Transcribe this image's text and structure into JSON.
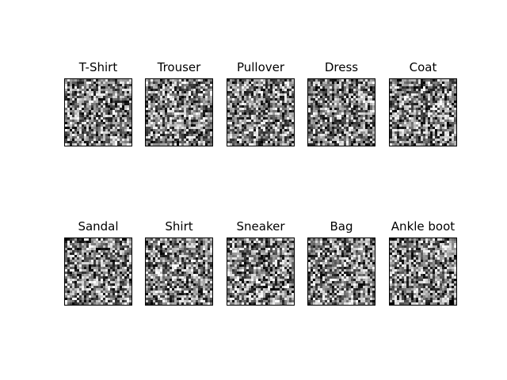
{
  "figure": {
    "panels": [
      {
        "title": "T-Shirt"
      },
      {
        "title": "Trouser"
      },
      {
        "title": "Pullover"
      },
      {
        "title": "Dress"
      },
      {
        "title": "Coat"
      },
      {
        "title": "Sandal"
      },
      {
        "title": "Shirt"
      },
      {
        "title": "Sneaker"
      },
      {
        "title": "Bag"
      },
      {
        "title": "Ankle boot"
      }
    ],
    "image_resolution": 28,
    "colormap": "gray",
    "background_color": "#ffffff",
    "border_color": "#000000"
  }
}
